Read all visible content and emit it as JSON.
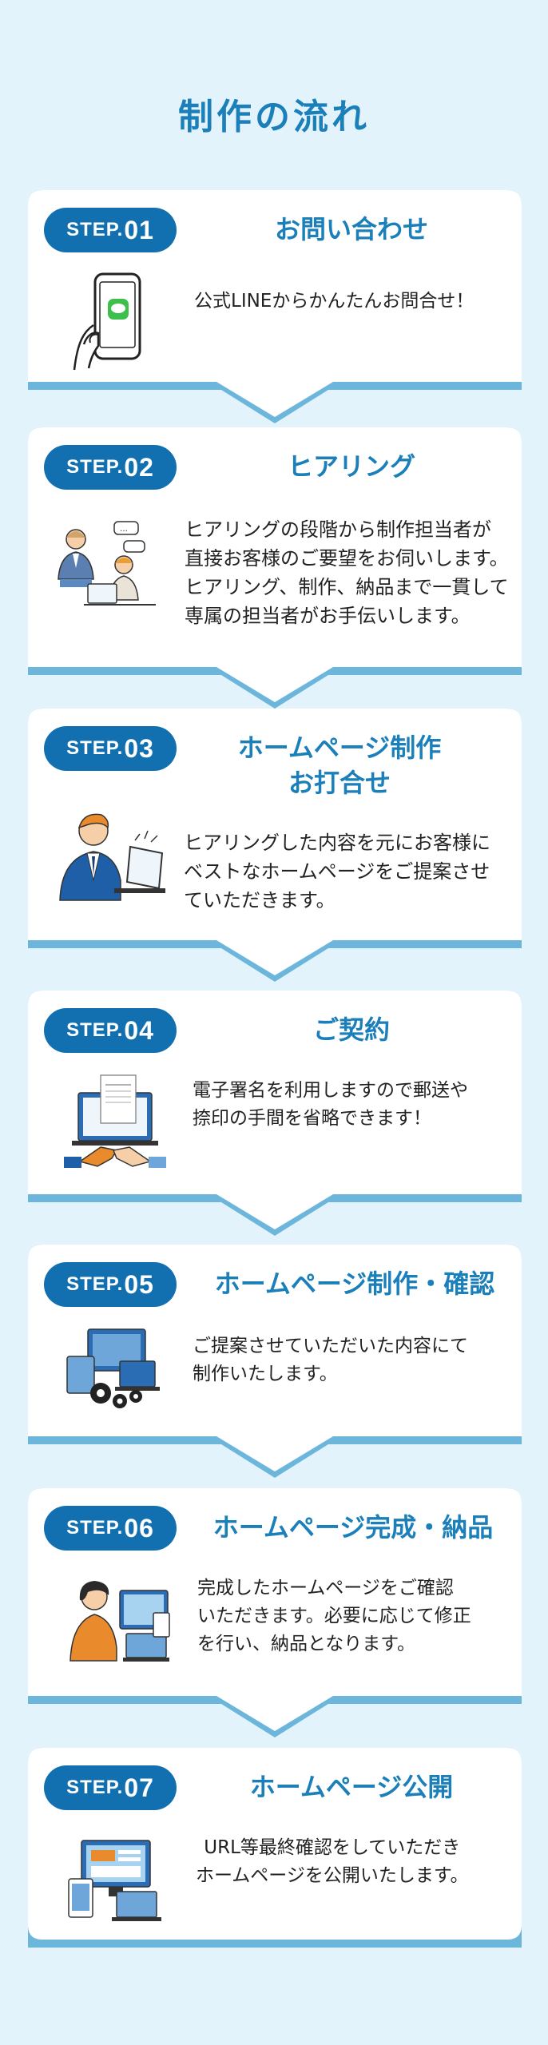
{
  "page": {
    "title": "制作の流れ"
  },
  "colors": {
    "background": "#e3f3fc",
    "card": "#ffffff",
    "card_shadow": "#6cb6dc",
    "accent": "#1b7fba",
    "badge": "#1270b1"
  },
  "steps": [
    {
      "step_word": "STEP.",
      "step_num": "01",
      "title": "お問い合わせ",
      "desc": "公式LINEからかんたんお問合せ！",
      "icon": "smartphone-line-icon"
    },
    {
      "step_word": "STEP.",
      "step_num": "02",
      "title": "ヒアリング",
      "desc": "ヒアリングの段階から制作担当者が\n直接お客様のご要望をお伺いします。\nヒアリング、制作、納品まで一貫して\n専属の担当者がお手伝いします。",
      "icon": "meeting-people-icon"
    },
    {
      "step_word": "STEP.",
      "step_num": "03",
      "title": "ホームページ制作\nお打合せ",
      "desc": "ヒアリングした内容を元にお客様に\nベストなホームページをご提案させ\nていただきます。",
      "icon": "businessman-laptop-icon"
    },
    {
      "step_word": "STEP.",
      "step_num": "04",
      "title": "ご契約",
      "desc": "電子署名を利用しますので郵送や\n捺印の手間を省略できます！",
      "icon": "contract-handshake-icon"
    },
    {
      "step_word": "STEP.",
      "step_num": "05",
      "title": "ホームページ制作・確認",
      "desc": "ご提案させていただいた内容にて\n制作いたします。",
      "icon": "devices-gears-icon"
    },
    {
      "step_word": "STEP.",
      "step_num": "06",
      "title": "ホームページ完成・納品",
      "desc": "完成したホームページをご確認\nいただきます。必要に応じて修正\nを行い、納品となります。",
      "icon": "woman-monitor-icon"
    },
    {
      "step_word": "STEP.",
      "step_num": "07",
      "title": "ホームページ公開",
      "desc": "URL等最終確認をしていただき\nホームページを公開いたします。",
      "icon": "responsive-devices-icon"
    }
  ]
}
